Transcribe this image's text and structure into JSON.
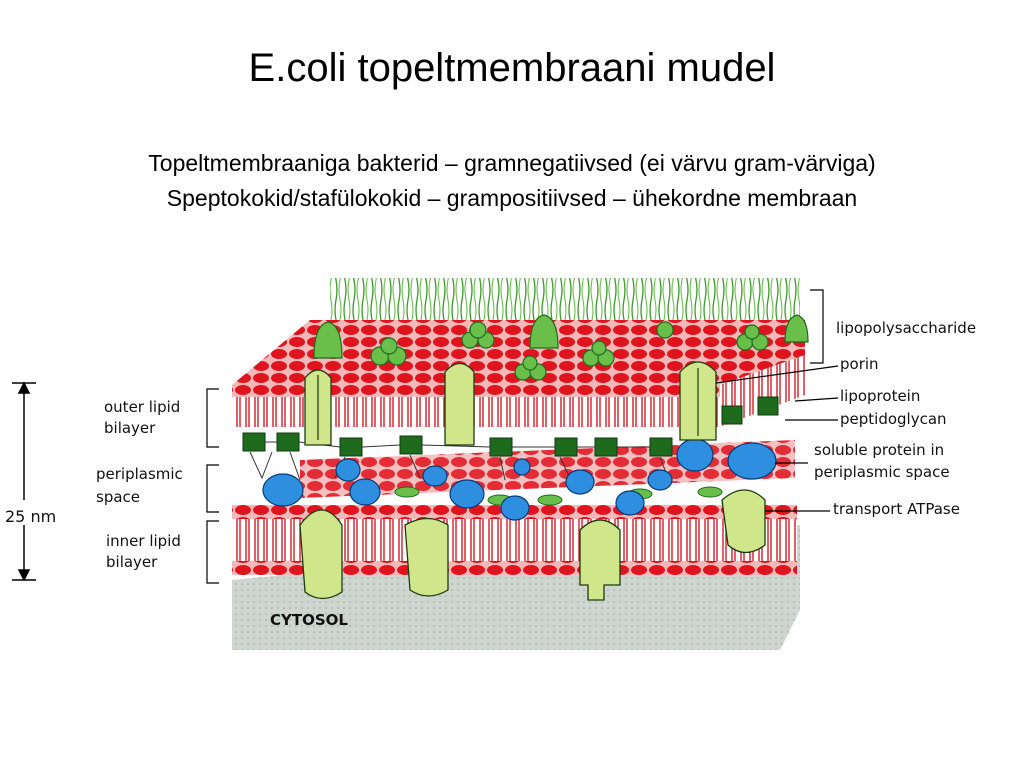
{
  "slide": {
    "title": "E.coli topeltmembraani mudel",
    "subtitle_line1": "Topeltmembraaniga bakterid – gramnegatiivsed (ei värvu gram-värviga)",
    "subtitle_line2": "Speptokokid/stafülokokid – grampositiivsed – ühekordne membraan"
  },
  "diagram": {
    "left_labels": {
      "outer_lipid_bilayer_1": "outer lipid",
      "outer_lipid_bilayer_2": "bilayer",
      "periplasmic_space_1": "periplasmic",
      "periplasmic_space_2": "space",
      "inner_lipid_bilayer_1": "inner lipid",
      "inner_lipid_bilayer_2": "bilayer",
      "scale": "25 nm"
    },
    "right_labels": {
      "lipopolysaccharide": "lipopolysaccharide",
      "porin": "porin",
      "lipoprotein": "lipoprotein",
      "peptidoglycan": "peptidoglycan",
      "soluble_protein_1": "soluble protein in",
      "soluble_protein_2": "periplasmic space",
      "transport_atpase": "transport ATPase"
    },
    "cytosol": "CYTOSOL"
  },
  "colors": {
    "lipid": "#e0141e",
    "lipid_tail": "#d21e28",
    "protein_green": "#cfe68a",
    "sugar_green": "#3a9a2a",
    "dark_green": "#1e6b1e",
    "blue": "#2e8fe0",
    "cytosol": "#cfd6cf"
  }
}
